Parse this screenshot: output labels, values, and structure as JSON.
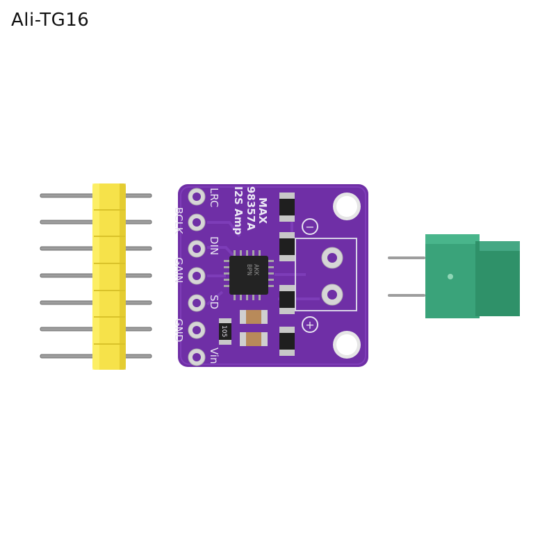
{
  "watermark": "Ali-TG16",
  "board": {
    "title_lines": [
      "MAX",
      "98357A",
      "I2S Amp"
    ],
    "pin_labels": [
      "LRC",
      "BCLK",
      "DIN",
      "GAIN",
      "SD",
      "GND",
      "Vin"
    ],
    "chip_text": [
      "AKK",
      "BPN"
    ],
    "resistor_text": "105",
    "minus_symbol": "−",
    "plus_symbol": "+",
    "colors": {
      "pcb": "#6f2fa6",
      "header_plastic": "#f6e24a",
      "terminal": "#3aa37a"
    }
  }
}
